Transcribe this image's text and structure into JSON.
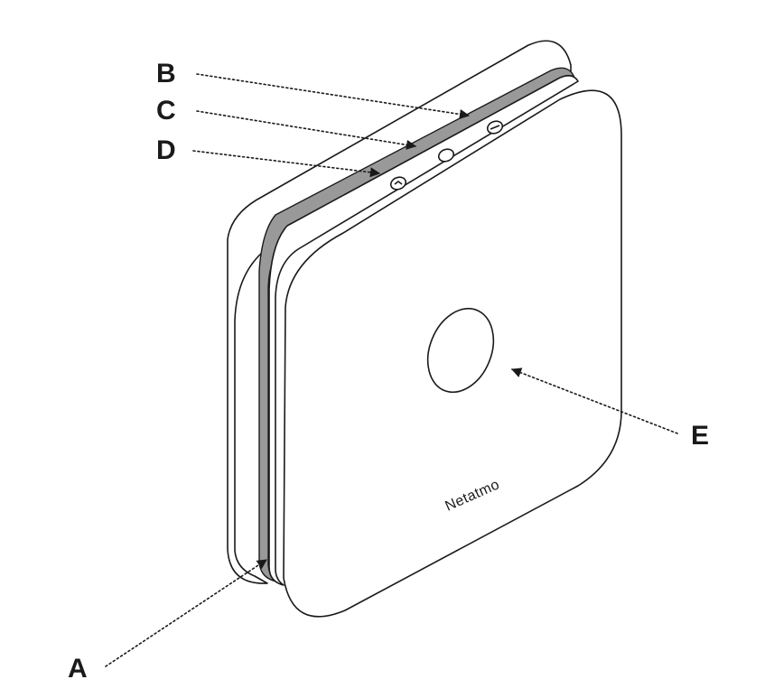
{
  "colors": {
    "ink": "#1a1a1a",
    "band": "#999999",
    "face": "#ffffff"
  },
  "device": {
    "brand_label": "Netatmo"
  },
  "callouts": {
    "a": "A",
    "b": "B",
    "c": "C",
    "d": "D",
    "e": "E"
  }
}
